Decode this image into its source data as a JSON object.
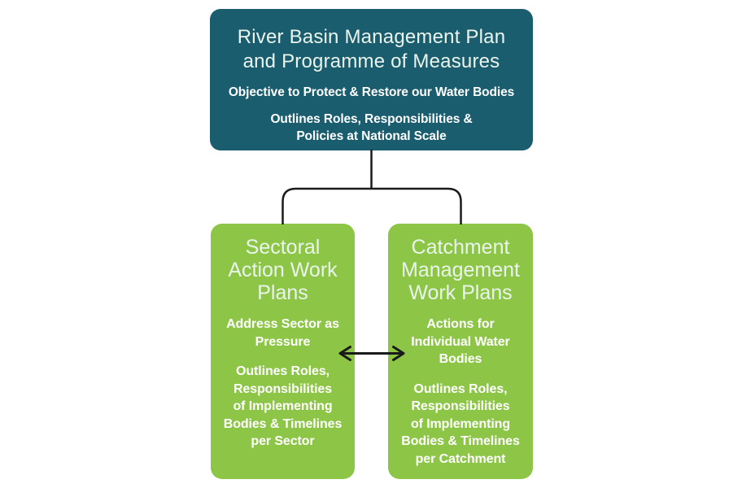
{
  "diagram": {
    "root": {
      "title": "River Basin Management Plan\nand Programme of Measures",
      "objective": "Objective to Protect & Restore our Water Bodies",
      "roles": "Outlines Roles, Responsibilities &\nPolicies at National Scale"
    },
    "sectoral": {
      "title": "Sectoral\nAction Work\nPlans",
      "point1": "Address Sector as\nPressure",
      "point2": "Outlines Roles,\nResponsibilities\nof Implementing\nBodies & Timelines\nper Sector"
    },
    "catchment": {
      "title": "Catchment\nManagement\nWork Plans",
      "point1": "Actions for\nIndividual Water\nBodies",
      "point2": "Outlines Roles,\nResponsibilities\nof Implementing\nBodies & Timelines\nper Catchment"
    },
    "connectors": {
      "root_to_children": "tree-branch",
      "between_children": "double-headed-arrow"
    },
    "colors": {
      "teal": "#1a5d6e",
      "green": "#8dc647",
      "line": "#1a1a1a",
      "light-text": "#eaf4ec",
      "bold-text": "#ffffff",
      "background": "#ffffff"
    }
  }
}
